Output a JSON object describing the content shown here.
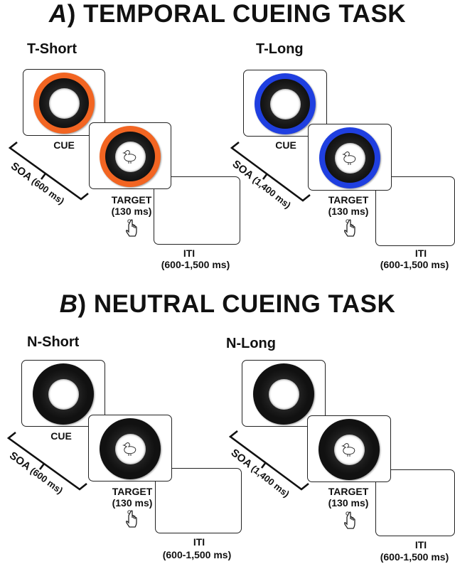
{
  "sections": [
    {
      "letter": "A",
      "title_rest": ") TEMPORAL CUEING TASK",
      "conditions": [
        {
          "label": "T-Short",
          "cue_label": "CUE",
          "soa_label": "SOA",
          "soa_value": "(600 ms)",
          "target_label": "TARGET",
          "target_duration": "(130 ms)",
          "iti_label": "ITI",
          "iti_duration": "(600-1,500 ms)",
          "ring_color": "#f26522"
        },
        {
          "label": "T-Long",
          "cue_label": "CUE",
          "soa_label": "SOA",
          "soa_value": "(1,400 ms)",
          "target_label": "TARGET",
          "target_duration": "(130 ms)",
          "iti_label": "ITI",
          "iti_duration": "(600-1,500 ms)",
          "ring_color": "#1f3fe0"
        }
      ]
    },
    {
      "letter": "B",
      "title_rest": ") NEUTRAL CUEING TASK",
      "conditions": [
        {
          "label": "N-Short",
          "cue_label": "CUE",
          "soa_label": "SOA",
          "soa_value": "(600 ms)",
          "target_label": "TARGET",
          "target_duration": "(130 ms)",
          "iti_label": "ITI",
          "iti_duration": "(600-1,500 ms)",
          "ring_color": "#111111"
        },
        {
          "label": "N-Long",
          "cue_label": "CUE",
          "soa_label": "SOA",
          "soa_value": "(1,400 ms)",
          "target_label": "TARGET",
          "target_duration": "(130 ms)",
          "iti_label": "ITI",
          "iti_duration": "(600-1,500 ms)",
          "ring_color": "#111111"
        }
      ]
    }
  ],
  "icons": {
    "target_stimulus": "duck-icon",
    "response": "pointing-hand-icon"
  }
}
